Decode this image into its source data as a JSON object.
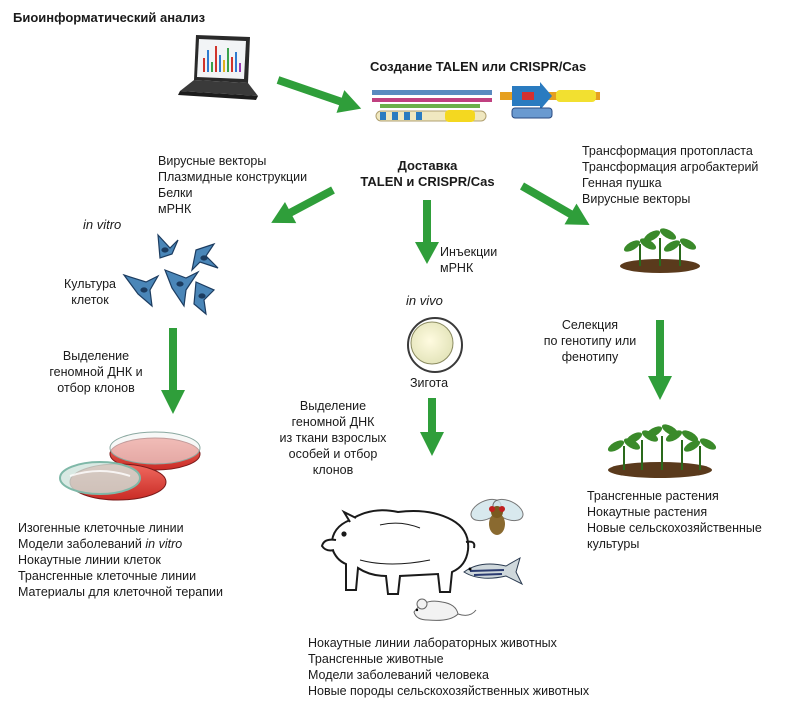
{
  "title": "Биоинформатический анализ",
  "creation_title": "Создание TALEN или CRISPR/Cas",
  "delivery": {
    "line1": "Доставка",
    "line2": "TALEN и CRISPR/Cas"
  },
  "left_methods": [
    "Вирусные векторы",
    "Плазмидные конструкции",
    "Белки",
    "мРНК"
  ],
  "right_methods": [
    "Трансформация протопласта",
    "Трансформация агробактерий",
    "Генная пушка",
    "Вирусные векторы"
  ],
  "in_vitro": "in vitro",
  "in_vivo": "in vivo",
  "cell_culture": [
    "Культура",
    "клеток"
  ],
  "injection": [
    "Инъекции",
    "мРНК"
  ],
  "zygote": "Зигота",
  "genomic_left": [
    "Выделение",
    "геномной ДНК и",
    "отбор клонов"
  ],
  "genomic_middle": [
    "Выделение",
    "геномной ДНК",
    "из ткани взрослых",
    "особей и отбор",
    "клонов"
  ],
  "selection_right": [
    "Селекция",
    "по генотипу или",
    "фенотипу"
  ],
  "left_results": {
    "line1": "Изогенные клеточные линии",
    "line2_prefix": "Модели заболеваний ",
    "line2_italic": "in vitro",
    "line3": "Нокаутные линии клеток",
    "line4": "Трансгенные клеточные линии",
    "line5": "Материалы для клеточной терапии"
  },
  "right_results": [
    "Трансгенные растения",
    "Нокаутные растения",
    "Новые сельскохозяйственные",
    "культуры"
  ],
  "middle_results": [
    "Нокаутные линии лабораторных животных",
    "Трансгенные животные",
    "Модели заболеваний человека",
    "Новые породы сельскохозяйственных животных"
  ],
  "colors": {
    "arrow": "#2f9e3a",
    "dish_red": "#e0403a",
    "dish_teal": "#7fb8a8",
    "cell_blue": "#4a86b8",
    "plant_green": "#3a8a2a",
    "soil": "#5a3a1c"
  }
}
